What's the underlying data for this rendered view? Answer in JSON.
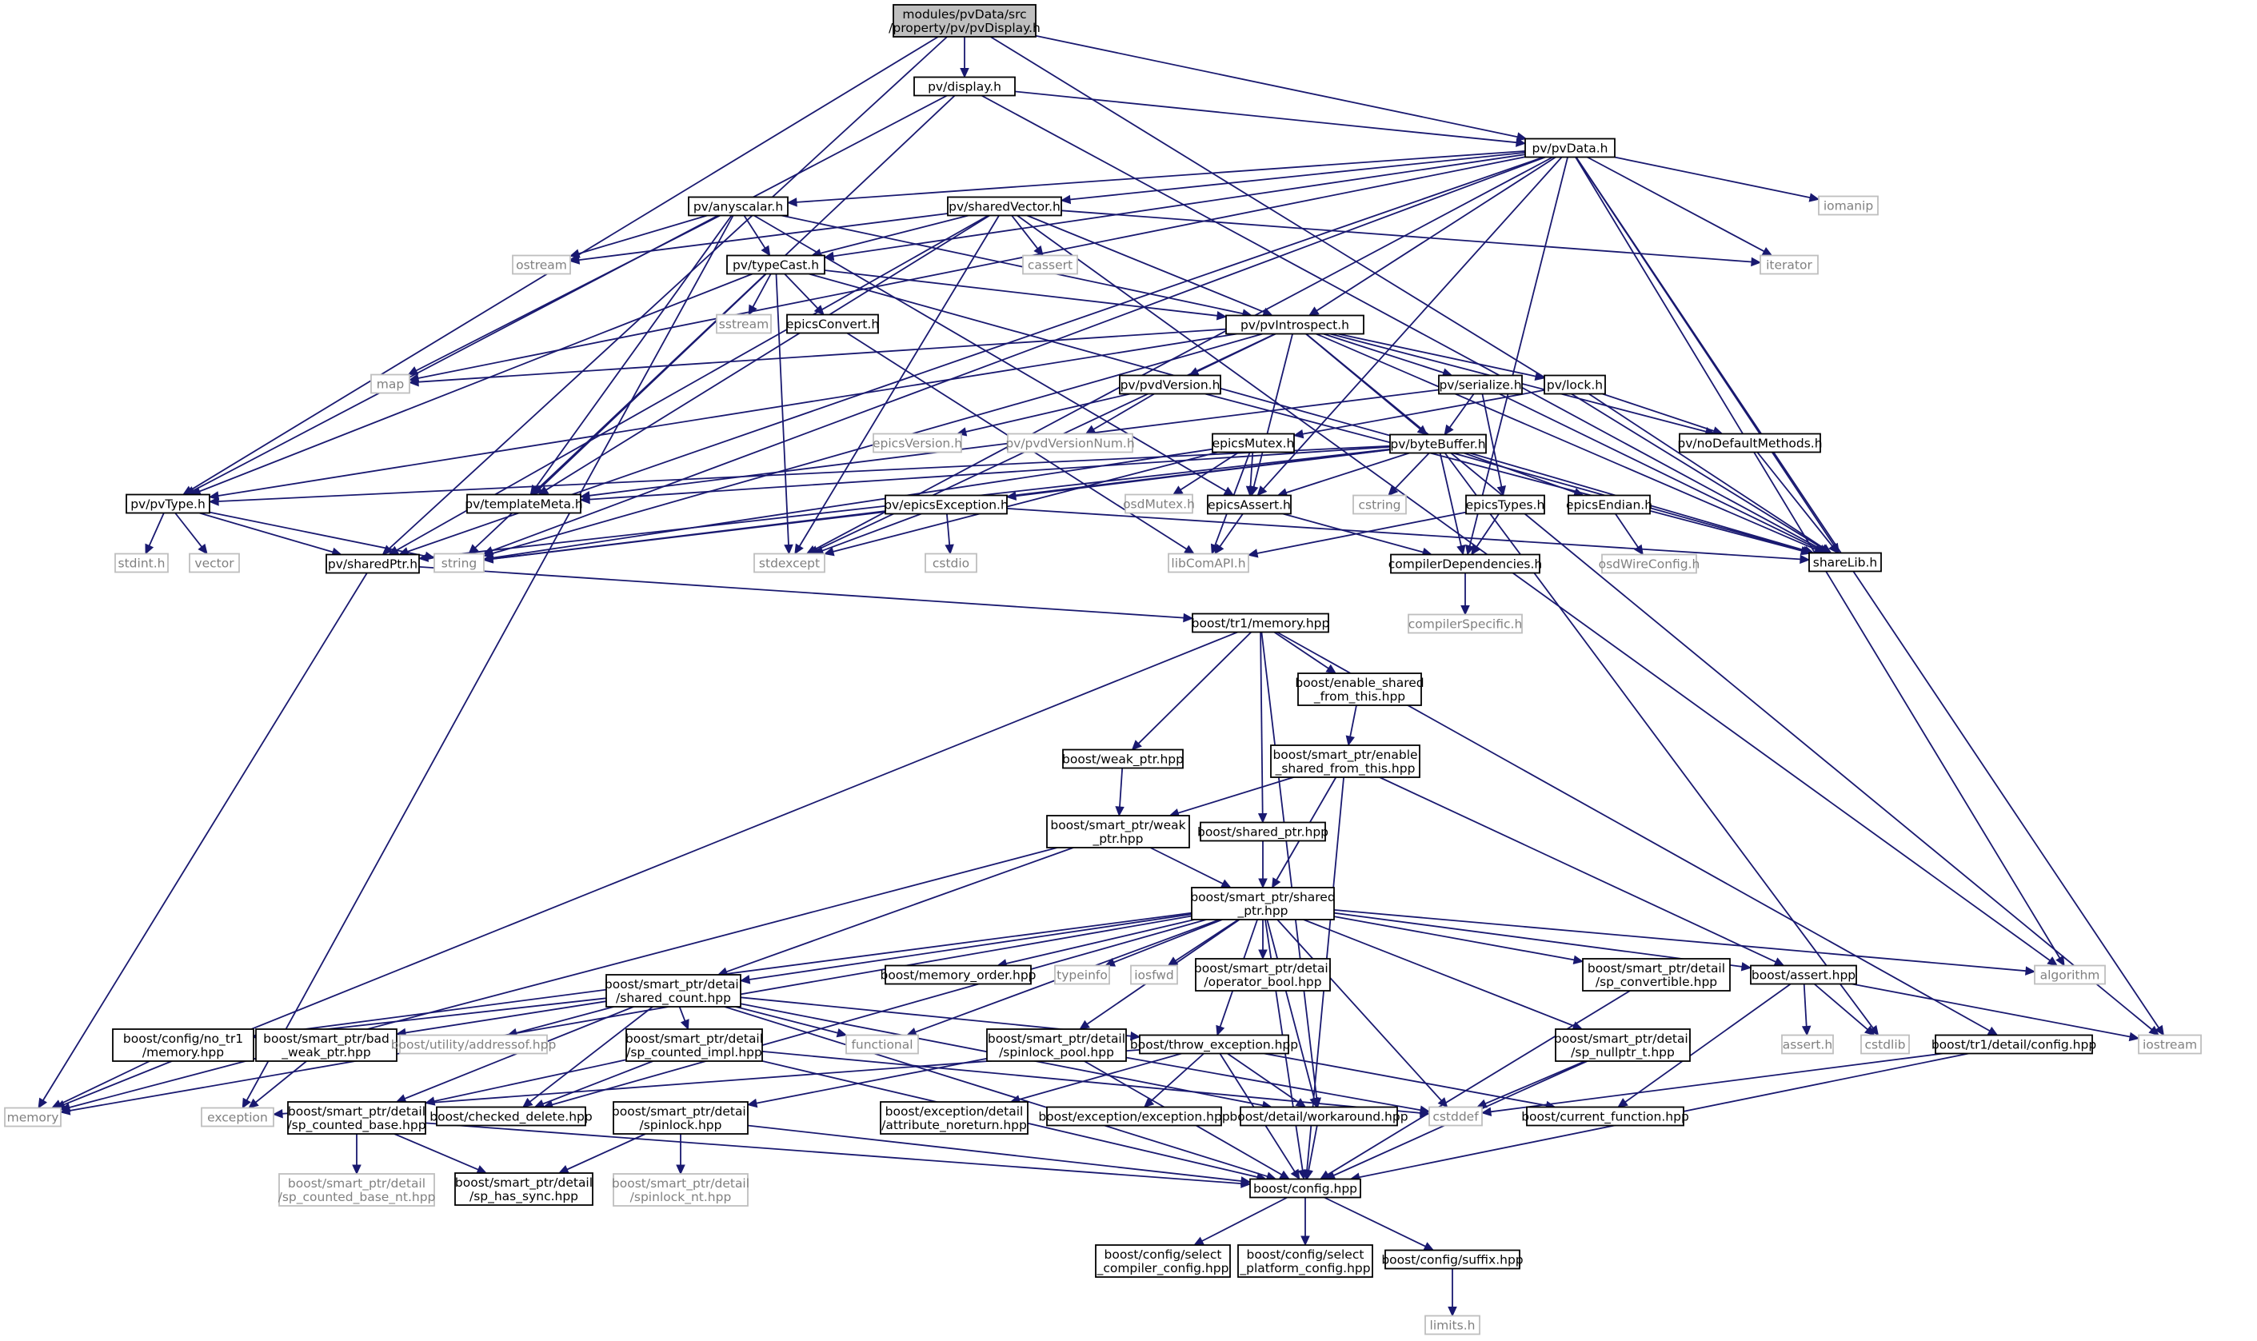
{
  "colors": {
    "edge": "#191970",
    "root_fill": "#bfbfbf",
    "node_stroke": "#000000",
    "node_fill": "#ffffff",
    "missing_stroke": "#bfbfbf",
    "missing_text": "#808080",
    "text": "#000000"
  },
  "nodes": {
    "root": [
      "modules/pvData/src",
      "/property/pv/pvDisplay.h"
    ],
    "display": [
      "pv/display.h"
    ],
    "pvData": [
      "pv/pvData.h"
    ],
    "anyscalar": [
      "pv/anyscalar.h"
    ],
    "sharedVector": [
      "pv/sharedVector.h"
    ],
    "iomanip": [
      "iomanip"
    ],
    "ostream": [
      "ostream"
    ],
    "cassert": [
      "cassert"
    ],
    "iterator": [
      "iterator"
    ],
    "typeCast": [
      "pv/typeCast.h"
    ],
    "sstream": [
      "sstream"
    ],
    "epicsConvert": [
      "epicsConvert.h"
    ],
    "pvIntrospect": [
      "pv/pvIntrospect.h"
    ],
    "map": [
      "map"
    ],
    "pvdVersion": [
      "pv/pvdVersion.h"
    ],
    "serialize": [
      "pv/serialize.h"
    ],
    "lock": [
      "pv/lock.h"
    ],
    "epicsVersion": [
      "epicsVersion.h"
    ],
    "pvdVersionNum": [
      "pv/pvdVersionNum.h"
    ],
    "noDefaultMethods": [
      "pv/noDefaultMethods.h"
    ],
    "epicsMutex": [
      "epicsMutex.h"
    ],
    "byteBuffer": [
      "pv/byteBuffer.h"
    ],
    "pvType": [
      "pv/pvType.h"
    ],
    "templateMeta": [
      "pv/templateMeta.h"
    ],
    "osdMutex": [
      "osdMutex.h"
    ],
    "epicsAssert": [
      "epicsAssert.h"
    ],
    "cstring": [
      "cstring"
    ],
    "epicsTypes": [
      "epicsTypes.h"
    ],
    "epicsEndian": [
      "epicsEndian.h"
    ],
    "epicsException": [
      "pv/epicsException.h"
    ],
    "stdint": [
      "stdint.h"
    ],
    "vector": [
      "vector"
    ],
    "sharedPtr": [
      "pv/sharedPtr.h"
    ],
    "string": [
      "string"
    ],
    "stdexcept": [
      "stdexcept"
    ],
    "cstdio": [
      "cstdio"
    ],
    "libComAPI": [
      "libComAPI.h"
    ],
    "compilerDependencies": [
      "compilerDependencies.h"
    ],
    "osdWireConfig": [
      "osdWireConfig.h"
    ],
    "shareLib": [
      "shareLib.h"
    ],
    "compilerSpecific": [
      "compilerSpecific.h"
    ],
    "tr1memory": [
      "boost/tr1/memory.hpp"
    ],
    "enableSharedFromThis": [
      "boost/enable_shared",
      "_from_this.hpp"
    ],
    "weakPtrHpp": [
      "boost/weak_ptr.hpp"
    ],
    "spEnableShared": [
      "boost/smart_ptr/enable",
      "_shared_from_this.hpp"
    ],
    "spWeakPtr": [
      "boost/smart_ptr/weak",
      "_ptr.hpp"
    ],
    "sharedPtrHpp": [
      "boost/shared_ptr.hpp"
    ],
    "spSharedPtr": [
      "boost/smart_ptr/shared",
      "_ptr.hpp"
    ],
    "sharedCount": [
      "boost/smart_ptr/detail",
      "/shared_count.hpp"
    ],
    "memoryOrder": [
      "boost/memory_order.hpp"
    ],
    "typeinfo": [
      "typeinfo"
    ],
    "iosfwd": [
      "iosfwd"
    ],
    "operatorBool": [
      "boost/smart_ptr/detail",
      "/operator_bool.hpp"
    ],
    "spConvertible": [
      "boost/smart_ptr/detail",
      "/sp_convertible.hpp"
    ],
    "assertHpp": [
      "boost/assert.hpp"
    ],
    "algorithm": [
      "algorithm"
    ],
    "noTr1Memory": [
      "boost/config/no_tr1",
      "/memory.hpp"
    ],
    "badWeakPtr": [
      "boost/smart_ptr/bad",
      "_weak_ptr.hpp"
    ],
    "addressof": [
      "boost/utility/addressof.hpp"
    ],
    "functional": [
      "functional"
    ],
    "spCountedImpl": [
      "boost/smart_ptr/detail",
      "/sp_counted_impl.hpp"
    ],
    "spinlockPool": [
      "boost/smart_ptr/detail",
      "/spinlock_pool.hpp"
    ],
    "throwException": [
      "boost/throw_exception.hpp"
    ],
    "spNullptr": [
      "boost/smart_ptr/detail",
      "/sp_nullptr_t.hpp"
    ],
    "assertH": [
      "assert.h"
    ],
    "cstdlib": [
      "cstdlib"
    ],
    "tr1DetailConfig": [
      "boost/tr1/detail/config.hpp"
    ],
    "iostream": [
      "iostream"
    ],
    "memory": [
      "memory"
    ],
    "exception": [
      "exception"
    ],
    "spCountedBase": [
      "boost/smart_ptr/detail",
      "/sp_counted_base.hpp"
    ],
    "checkedDelete": [
      "boost/checked_delete.hpp"
    ],
    "spinlock": [
      "boost/smart_ptr/detail",
      "/spinlock.hpp"
    ],
    "attrNoreturn": [
      "boost/exception/detail",
      "/attribute_noreturn.hpp"
    ],
    "exceptionHpp": [
      "boost/exception/exception.hpp"
    ],
    "workaround": [
      "boost/detail/workaround.hpp"
    ],
    "cstddef": [
      "cstddef"
    ],
    "currentFunction": [
      "boost/current_function.hpp"
    ],
    "spCountedBaseNt": [
      "boost/smart_ptr/detail",
      "/sp_counted_base_nt.hpp"
    ],
    "spHasSync": [
      "boost/smart_ptr/detail",
      "/sp_has_sync.hpp"
    ],
    "spinlockNt": [
      "boost/smart_ptr/detail",
      "/spinlock_nt.hpp"
    ],
    "configHpp": [
      "boost/config.hpp"
    ],
    "selectCompiler": [
      "boost/config/select",
      "_compiler_config.hpp"
    ],
    "selectPlatform": [
      "boost/config/select",
      "_platform_config.hpp"
    ],
    "suffix": [
      "boost/config/suffix.hpp"
    ],
    "limits": [
      "limits.h"
    ]
  }
}
